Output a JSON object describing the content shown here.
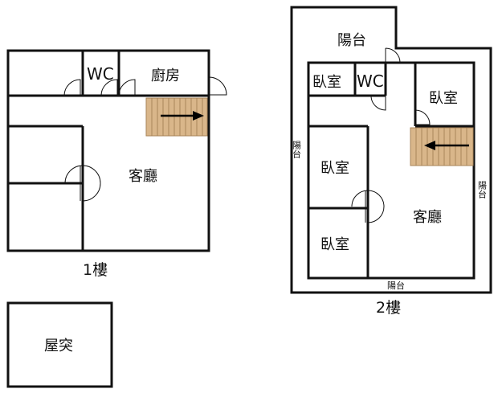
{
  "floor1": {
    "caption": "1樓",
    "rooms": {
      "wc": "WC",
      "kitchen": "廚房",
      "living": "客廳"
    }
  },
  "floor2": {
    "caption": "2樓",
    "rooms": {
      "balcony_top": "陽台",
      "bedroom_a": "臥室",
      "wc": "WC",
      "bedroom_b": "臥室",
      "bedroom_c": "臥室",
      "bedroom_d": "臥室",
      "living": "客廳",
      "balcony_left": "陽台",
      "balcony_right": "陽台",
      "balcony_bottom": "陽台"
    }
  },
  "roof": {
    "label": "屋突"
  },
  "colors": {
    "wall": "#111111",
    "stair": "#d9b68a",
    "stair_line": "#a9855a",
    "arrow": "#000000"
  }
}
